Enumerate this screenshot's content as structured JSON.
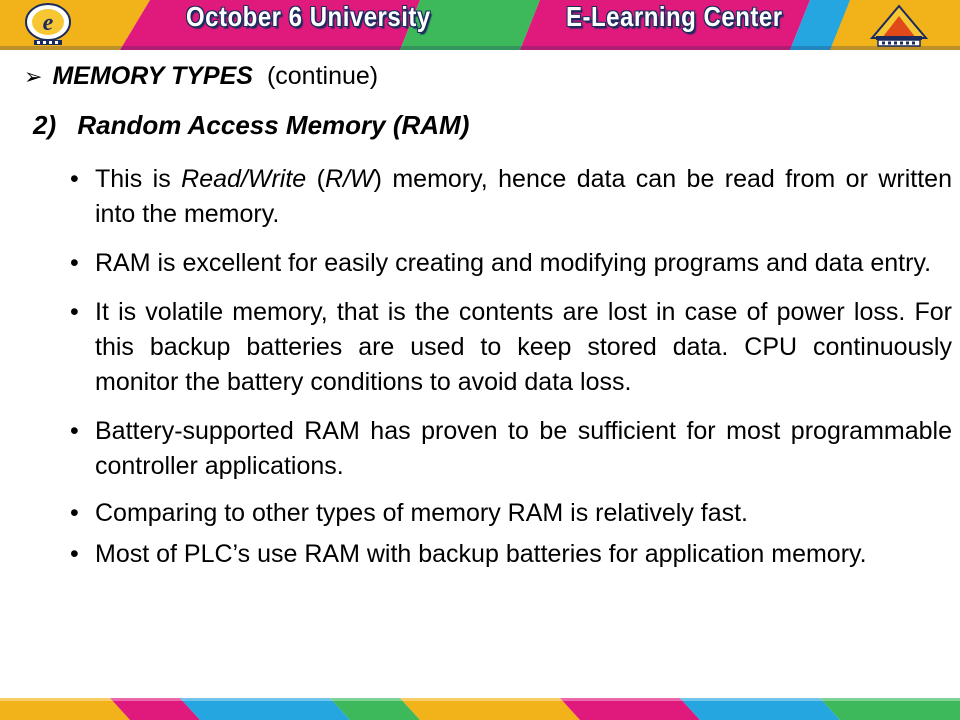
{
  "banner": {
    "left_title": "October 6 University",
    "right_title": "E-Learning Center",
    "colors": {
      "bar_gold": "#f2b21a",
      "bar_pink": "#e0197d",
      "bar_green": "#3db85b",
      "bar_blue": "#25a6e0",
      "bar_dark": "#1b2b5e"
    },
    "left_logo_icon": "e-learning-logo-icon",
    "right_logo_icon": "university-logo-icon"
  },
  "heading": {
    "bullet_icon": "arrow-bullet-icon",
    "title": "MEMORY TYPES",
    "suffix": "(continue)"
  },
  "subheading": {
    "number": "2)",
    "title": "Random Access Memory (RAM)"
  },
  "bullets": [
    {
      "parts": [
        {
          "text": "This is ",
          "italic": false
        },
        {
          "text": "Read/Write",
          "italic": true
        },
        {
          "text": " (",
          "italic": false
        },
        {
          "text": "R/W",
          "italic": true
        },
        {
          "text": ") memory, hence data can be read from or written into the memory.",
          "italic": false
        }
      ]
    },
    {
      "parts": [
        {
          "text": "RAM is excellent for easily creating and modifying programs and data entry.",
          "italic": false
        }
      ]
    },
    {
      "parts": [
        {
          "text": "It is volatile memory, that is the contents are lost in case of power loss. For this backup batteries are used to keep stored data. CPU continuously monitor the battery conditions to avoid data loss.",
          "italic": false
        }
      ]
    },
    {
      "parts": [
        {
          "text": "Battery-supported RAM has proven to be sufficient for most programmable controller applications.",
          "italic": false
        }
      ]
    },
    {
      "parts": [
        {
          "text": "Comparing to other types of memory RAM is relatively fast.",
          "italic": false
        }
      ]
    },
    {
      "parts": [
        {
          "text": "Most of PLC’s use RAM with backup batteries for application memory.",
          "italic": false
        }
      ]
    }
  ],
  "bullet_marker": "•"
}
